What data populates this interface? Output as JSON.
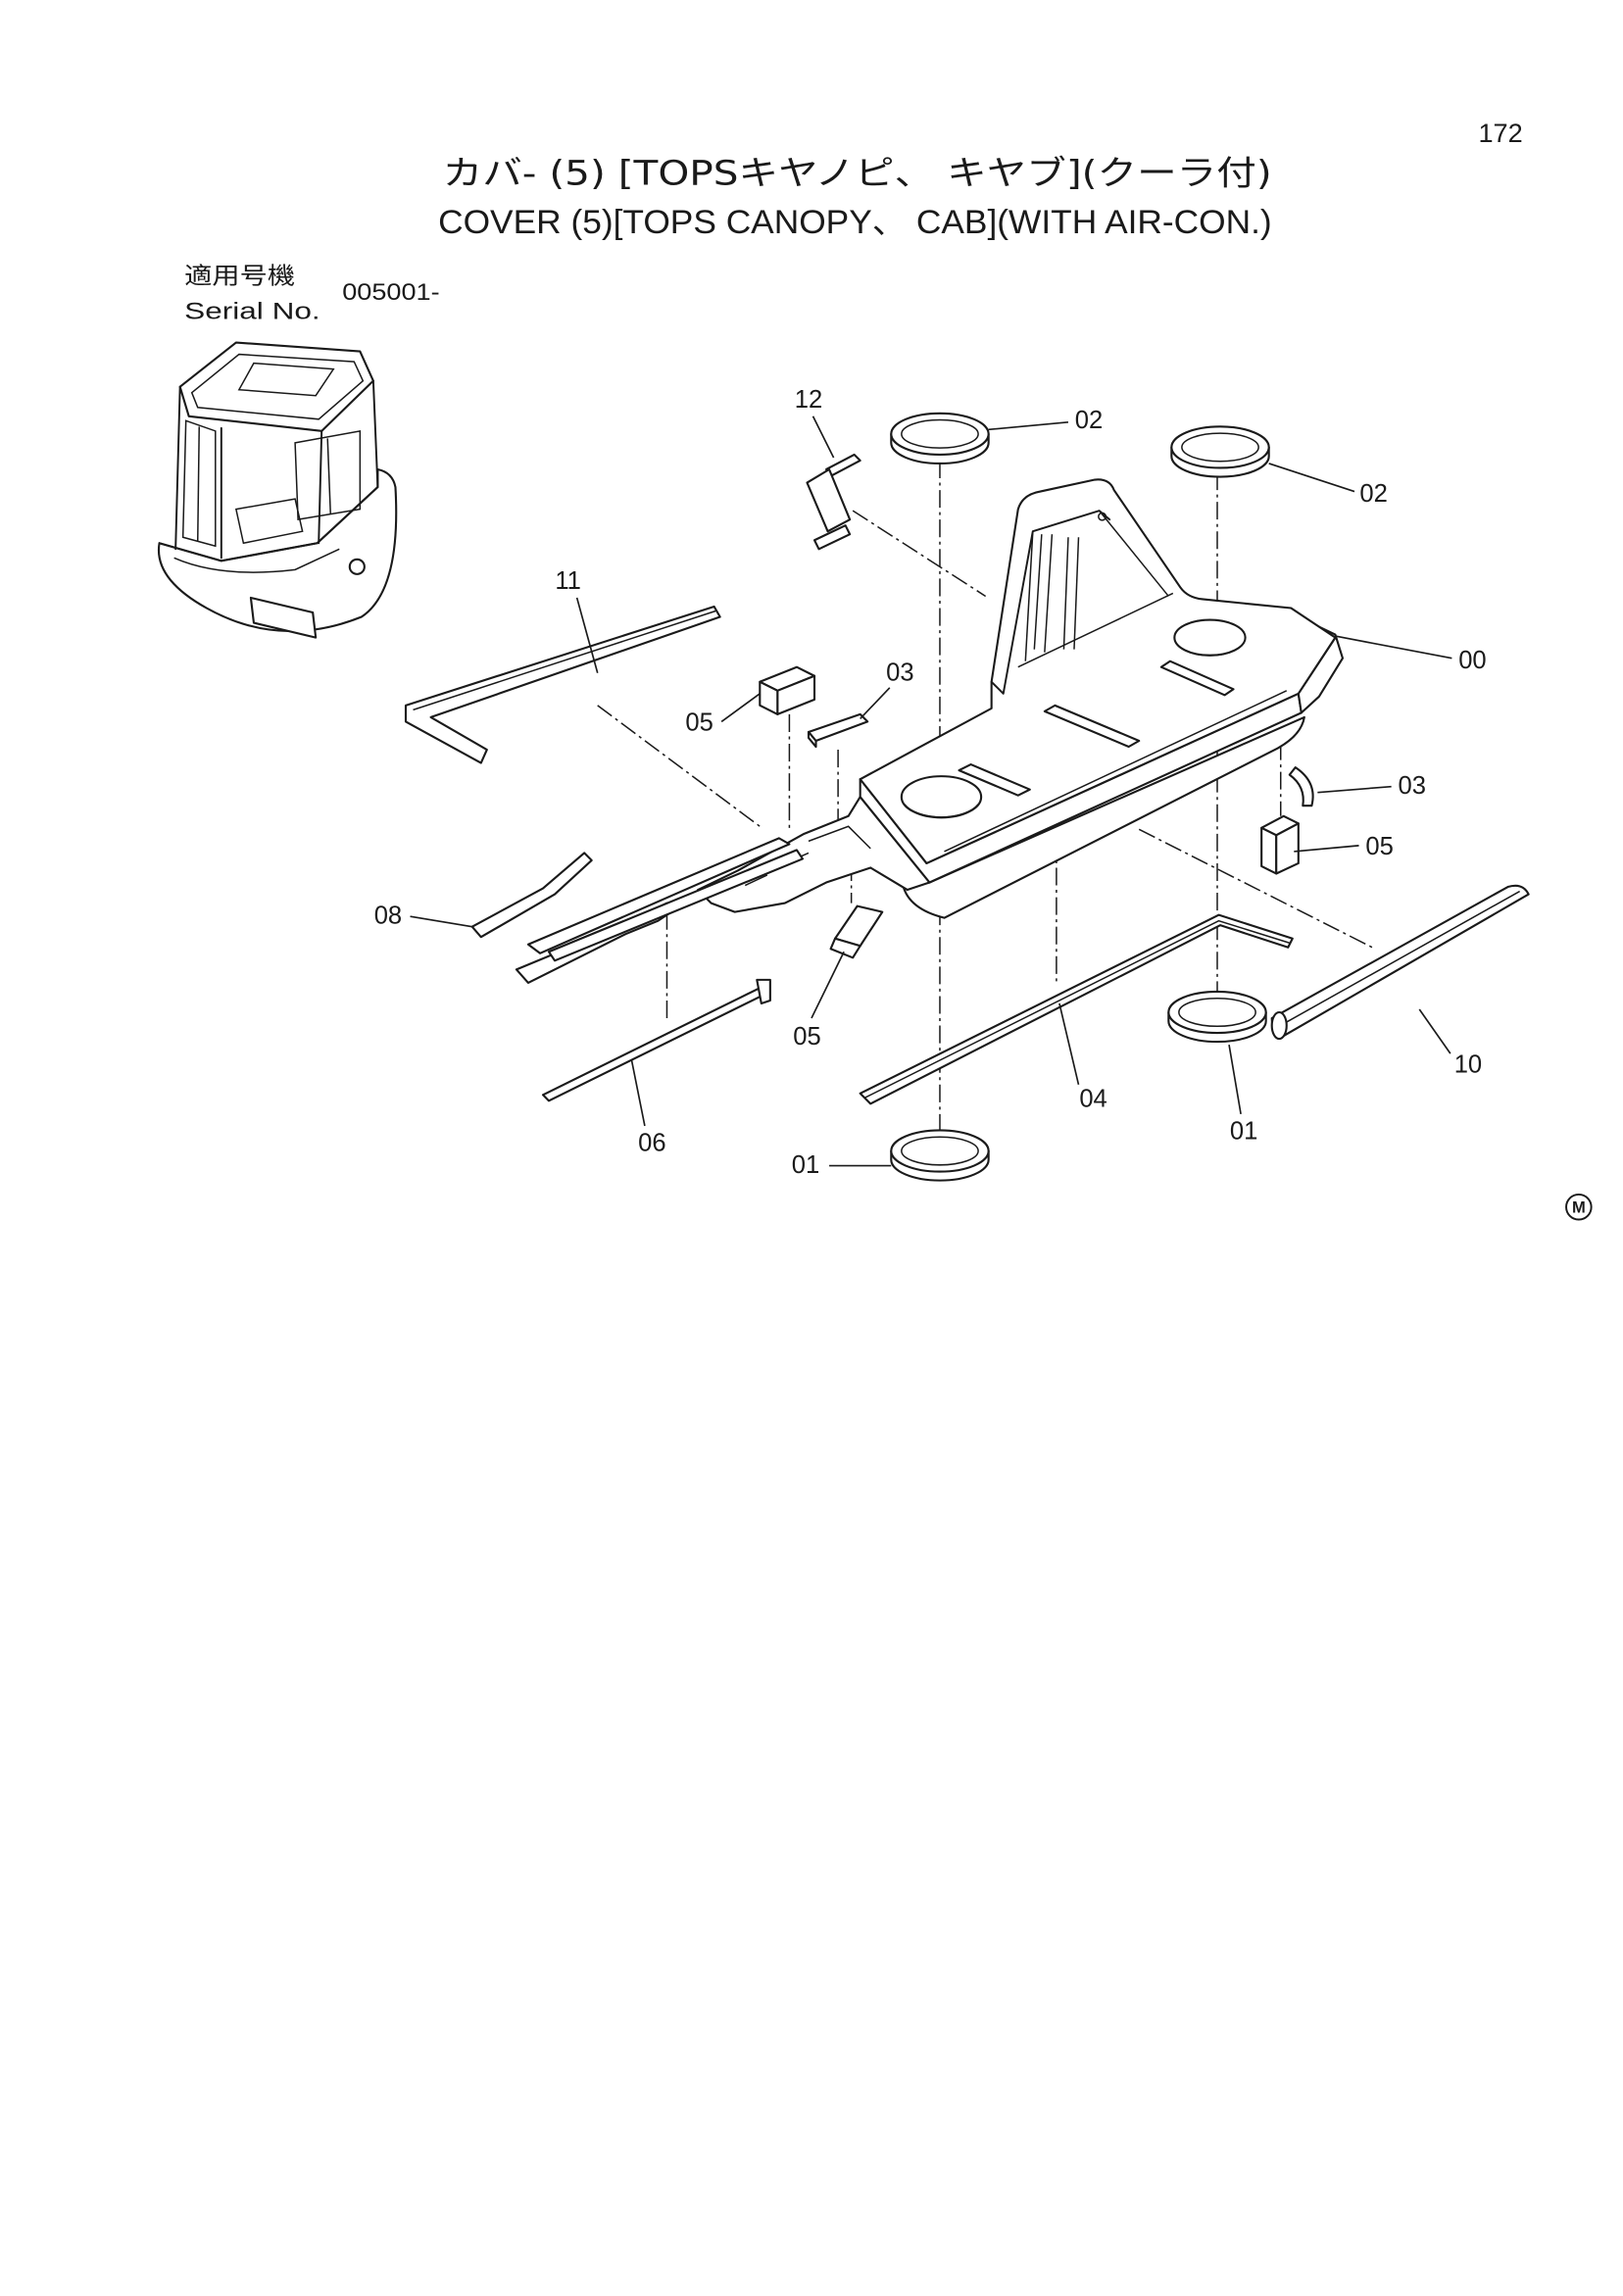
{
  "page_number": "172",
  "title": {
    "jp": "カバ- (5) [TOPSキヤノピ、 キヤブ](クーラ付)",
    "en": "COVER (5)[TOPS CANOPY、 CAB](WITH AIR-CON.)"
  },
  "serial": {
    "label_jp": "適用号機",
    "label_en": "Serial No.",
    "value": "005001-"
  },
  "callouts": [
    "12",
    "02",
    "02",
    "11",
    "00",
    "03",
    "05",
    "03",
    "05",
    "08",
    "05",
    "10",
    "04",
    "01",
    "06",
    "01"
  ],
  "marker": "M",
  "colors": {
    "ink": "#1a1a1a",
    "paper": "#ffffff"
  }
}
